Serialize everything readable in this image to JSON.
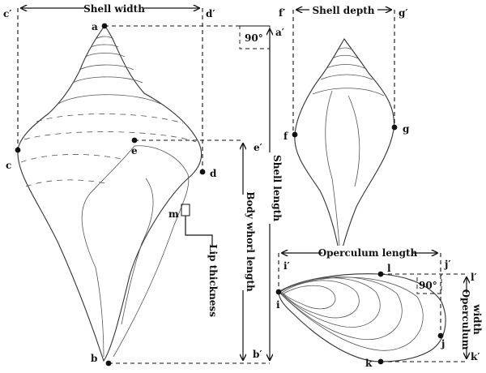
{
  "points": {
    "a": "a",
    "a_prime": "a′",
    "b": "b",
    "b_prime": "b′",
    "c": "c",
    "c_prime": "c′",
    "d": "d",
    "d_prime": "d′",
    "e": "e",
    "e_prime": "e′",
    "f": "f",
    "f_prime": "f′",
    "g": "g",
    "g_prime": "g′",
    "i": "i",
    "i_prime": "i′",
    "j": "j",
    "j_prime": "j′",
    "k": "k",
    "k_prime": "k′",
    "l": "l",
    "l_prime": "l′",
    "m": "m"
  },
  "labels": {
    "shell_width": "Shell width",
    "shell_depth": "Shell depth",
    "shell_length": "Shell length",
    "body_whorl_length": "Body whorl length",
    "lip_thickness": "Lip thickness",
    "operculum_length": "Operculum length",
    "operculum_width_line1": "Operculum",
    "operculum_width_line2": "width",
    "angle_top": "90°",
    "angle_operculum": "90°"
  }
}
